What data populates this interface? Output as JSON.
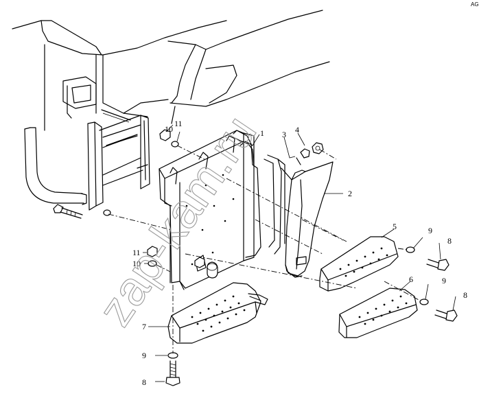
{
  "watermark": "zap-kam.ru",
  "corner_mark": "AG",
  "callouts": [
    "1",
    "2",
    "3",
    "4",
    "5",
    "6",
    "7",
    "8",
    "9",
    "10",
    "11"
  ],
  "labels": {
    "l1": "1",
    "l2": "2",
    "l3": "3",
    "l4": "4",
    "l5": "5",
    "l6": "6",
    "l7": "7",
    "l8a": "8",
    "l8b": "8",
    "l8c": "8",
    "l9a": "9",
    "l9b": "9",
    "l9c": "9",
    "l10a": "10",
    "l10b": "10",
    "l11a": "11",
    "l11b": "11"
  }
}
